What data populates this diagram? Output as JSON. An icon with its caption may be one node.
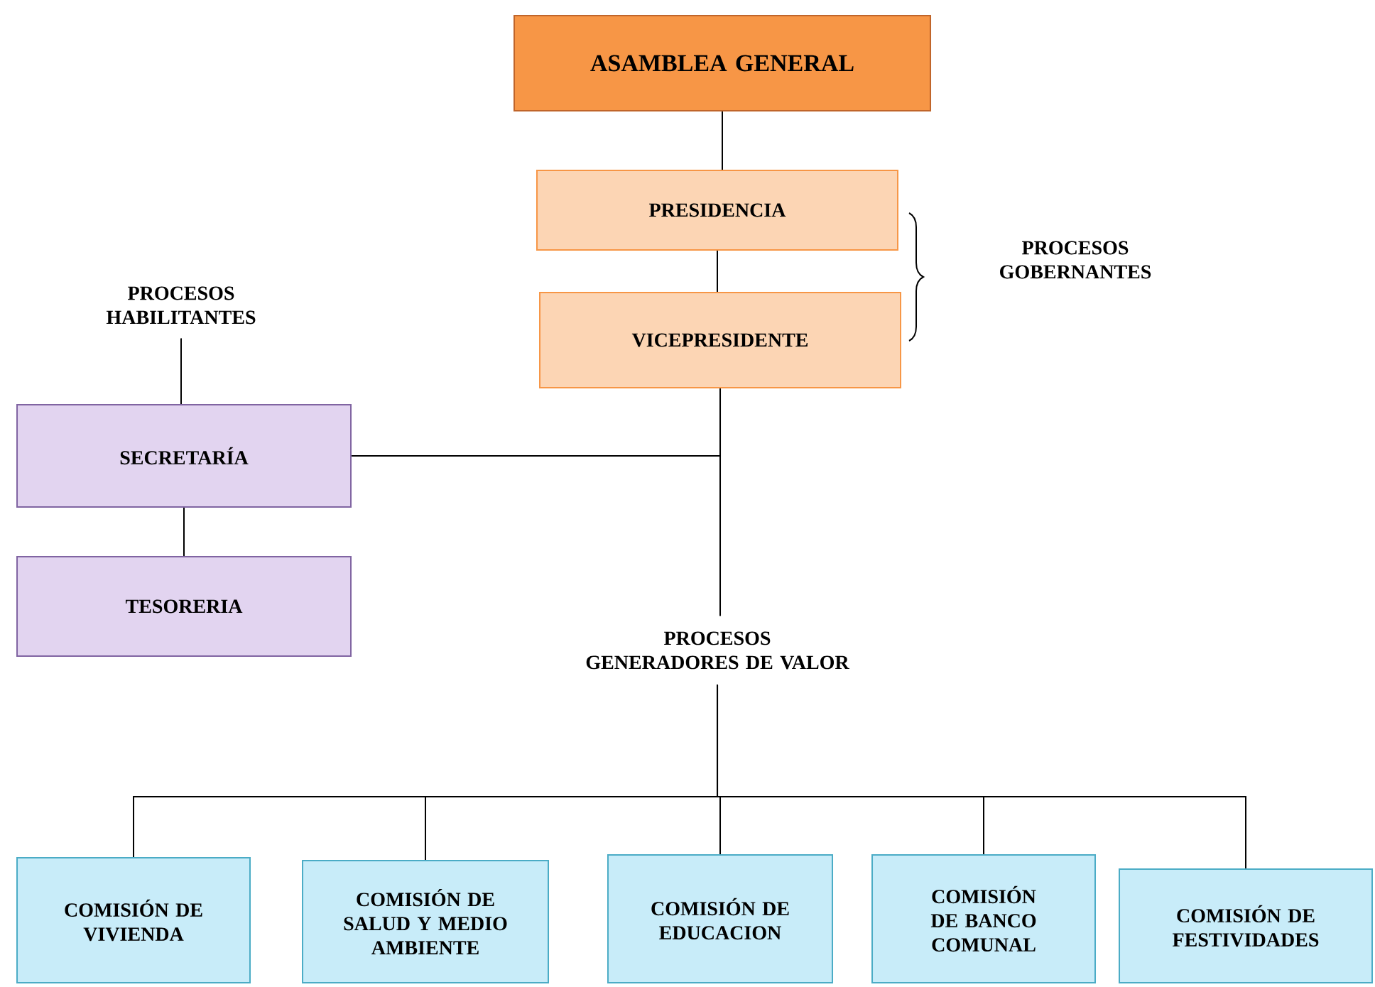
{
  "diagram": {
    "nodes": [
      {
        "text": [
          "ASAMBLEA GENERAL"
        ]
      },
      {
        "text": [
          "PRESIDENCIA"
        ]
      },
      {
        "text": [
          "VICEPRESIDENTE"
        ]
      },
      {
        "text": [
          "PROCESOS HABILITANTES"
        ]
      },
      {
        "text": [
          "SECRETARÍA"
        ]
      },
      {
        "text": [
          "TESORERIA"
        ]
      },
      {
        "text": [
          "PROCESOS GENERADORES DE VALOR"
        ]
      },
      {
        "text": [
          "COMISIÓN DE VIVIENDA"
        ]
      },
      {
        "text": [
          "COMISIÓN DE SALUD Y MEDIO AMBIENTE"
        ]
      },
      {
        "text": [
          "COMISIÓN DE EDUCACION"
        ]
      },
      {
        "text": [
          "COMISIÓN DE BANCO COMUNAL"
        ]
      },
      {
        "text": [
          "COMISIÓN DE FESTIVIDADES"
        ]
      }
    ],
    "edges": [
      {
        "from": 0,
        "to": 1,
        "arrow": "none"
      },
      {
        "from": 1,
        "to": 2,
        "arrow": "none"
      },
      {
        "from": 2,
        "to": 6,
        "arrow": "none"
      },
      {
        "from": 2,
        "to": 4,
        "arrow": "none"
      },
      {
        "from": 3,
        "to": 4,
        "arrow": "none"
      },
      {
        "from": 4,
        "to": 5,
        "arrow": "none"
      },
      {
        "from": 6,
        "to": 7,
        "arrow": "none"
      },
      {
        "from": 6,
        "to": 8,
        "arrow": "none"
      },
      {
        "from": 6,
        "to": 9,
        "arrow": "none"
      },
      {
        "from": 6,
        "to": 10,
        "arrow": "none"
      },
      {
        "from": 6,
        "to": 11,
        "arrow": "none"
      }
    ],
    "labels": [
      "PROCESOS GOBERNANTES"
    ]
  }
}
